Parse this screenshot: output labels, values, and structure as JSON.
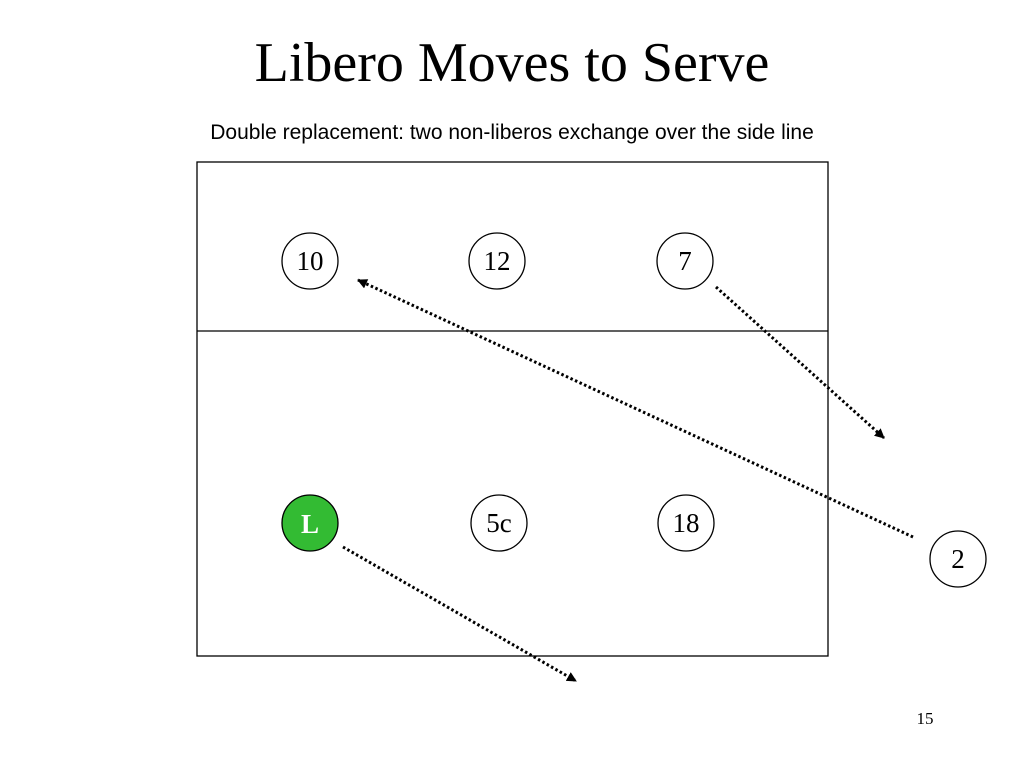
{
  "slide": {
    "title": "Libero Moves to Serve",
    "subtitle": "Double replacement: two non-liberos exchange over the side line",
    "page_number": "15"
  },
  "players": {
    "p10": "10",
    "p12": "12",
    "p7": "7",
    "libero": "L",
    "p5c": "5c",
    "p18": "18",
    "p2": "2"
  },
  "colors": {
    "libero_fill": "#33bb33",
    "libero_text": "#ffffff",
    "line": "#000000"
  }
}
